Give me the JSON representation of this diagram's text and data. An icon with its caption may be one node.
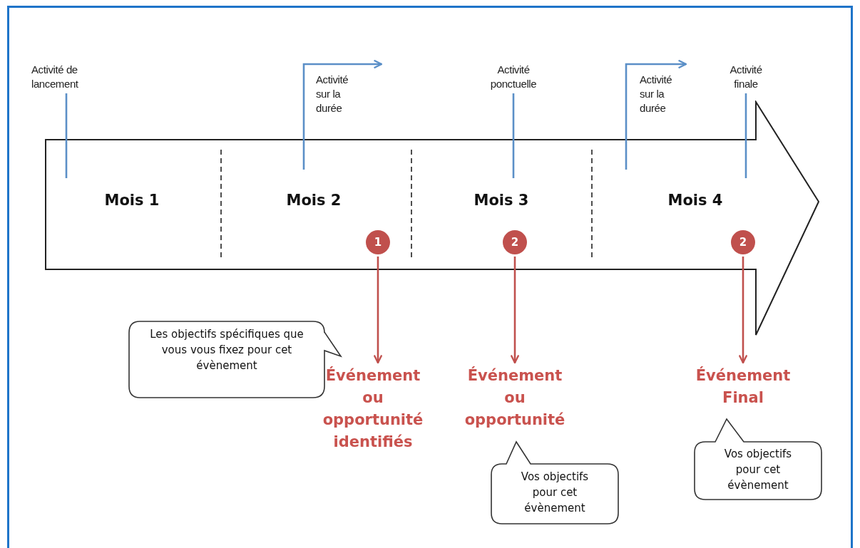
{
  "diagram": {
    "nodes": [
      {
        "text": [
          "Activité de lancement"
        ]
      },
      {
        "text": [
          "Activité ponctuelle"
        ]
      },
      {
        "text": [
          "Activité finale"
        ]
      },
      {
        "text": [
          "Mois 1",
          "Mois 2",
          "Mois 3",
          "Mois 4"
        ]
      },
      {
        "text": [
          "1"
        ],
        "in": 3
      },
      {
        "text": [
          "2"
        ],
        "in": 3
      },
      {
        "text": [
          "2"
        ],
        "in": 3
      },
      {
        "text": [
          "Événement ou opportunité identifiés"
        ]
      },
      {
        "text": [
          "Événement ou opportunité"
        ]
      },
      {
        "text": [
          "Événement Final"
        ]
      },
      {
        "text": [
          "Les objectifs spécifiques que vous vous fixez pour cet évènement"
        ]
      },
      {
        "text": [
          "Vos objectifs pour cet évènement"
        ]
      },
      {
        "text": [
          "Vos objectifs pour cet évènement"
        ]
      }
    ],
    "edges": [
      {
        "from": 0,
        "to": 3,
        "arrow": "none"
      },
      {
        "from": 3,
        "to": null,
        "arrow": "to"
      },
      {
        "from": 1,
        "to": 3,
        "arrow": "none"
      },
      {
        "from": 3,
        "to": null,
        "arrow": "to"
      },
      {
        "from": 2,
        "to": 3,
        "arrow": "none"
      },
      {
        "from": 4,
        "to": 7,
        "arrow": "to",
        "color": "#c0504d"
      },
      {
        "from": 5,
        "to": 8,
        "arrow": "to",
        "color": "#c0504d"
      },
      {
        "from": 6,
        "to": 9,
        "arrow": "to",
        "color": "#c0504d"
      }
    ],
    "labels": [
      "Activité sur la durée",
      "Activité sur la durée"
    ]
  }
}
